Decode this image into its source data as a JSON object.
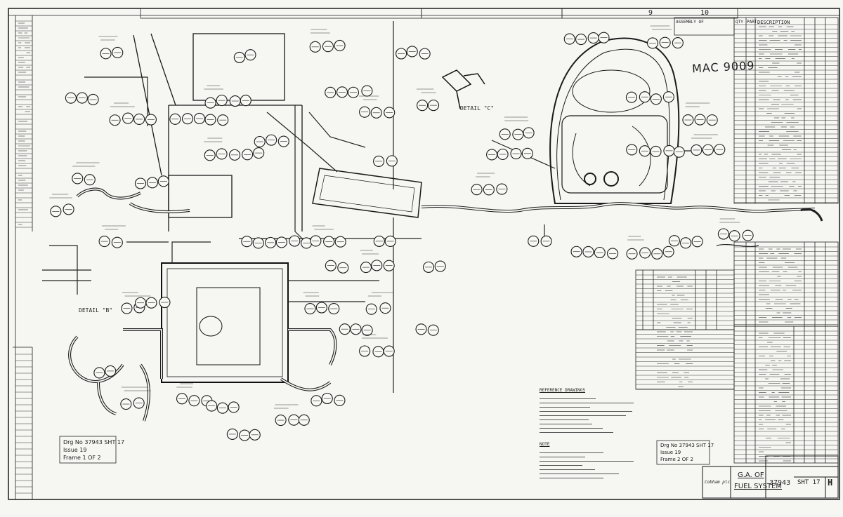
{
  "drawing": {
    "column_numbers": [
      "9",
      "10"
    ],
    "header_cols": [
      "ASSEMBLY OF",
      "QTY",
      "PART",
      "DESCRIPTION"
    ],
    "handwritten_ref": "MAC 9009",
    "detail_c": "DETAIL \"C\"",
    "detail_b": "DETAIL \"B\"",
    "notes_heading": "REFERENCE DRAWINGS",
    "note_heading": "NOTE",
    "ref_left": {
      "line1": "Drg No 37943 SHT 17",
      "line2": "Issue 19",
      "line3": "Frame 1 OF 2"
    },
    "ref_right": {
      "line1": "Drg No 37943 SHT 17",
      "line2": "Issue 19",
      "line3": "Frame 2 OF 2"
    },
    "title": {
      "line1": "G.A. OF",
      "line2": "FUEL SYSTEM"
    },
    "drawing_number": "37943",
    "sheet": "SHT 17",
    "issue_letter": "H",
    "company": "Cobham plc"
  }
}
